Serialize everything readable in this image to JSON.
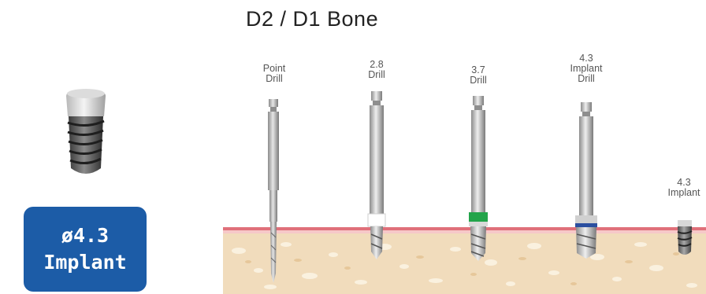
{
  "title": "D2 / D1 Bone",
  "badge": {
    "line1": "ø4.3",
    "line2": "Implant"
  },
  "colors": {
    "badge": "#1c5ca7",
    "gum_line": "#e0707a",
    "bone": "#f1dcbc",
    "drill_metal": "#b9b9b9",
    "drill_28_collar": "#ffffff",
    "drill_37_collar": "#23a44a",
    "drill_43_collar": "#2b4fa0",
    "implant": "#6e6e6e"
  },
  "tools": [
    {
      "name": "point-drill",
      "label": "Point\nDrill"
    },
    {
      "name": "drill-2-8",
      "label": "2.8\nDrill"
    },
    {
      "name": "drill-3-7",
      "label": "3.7\nDrill"
    },
    {
      "name": "implant-drill-4-3",
      "label": "4.3\nImplant\nDrill"
    },
    {
      "name": "implant-4-3",
      "label": "4.3\nImplant"
    }
  ]
}
